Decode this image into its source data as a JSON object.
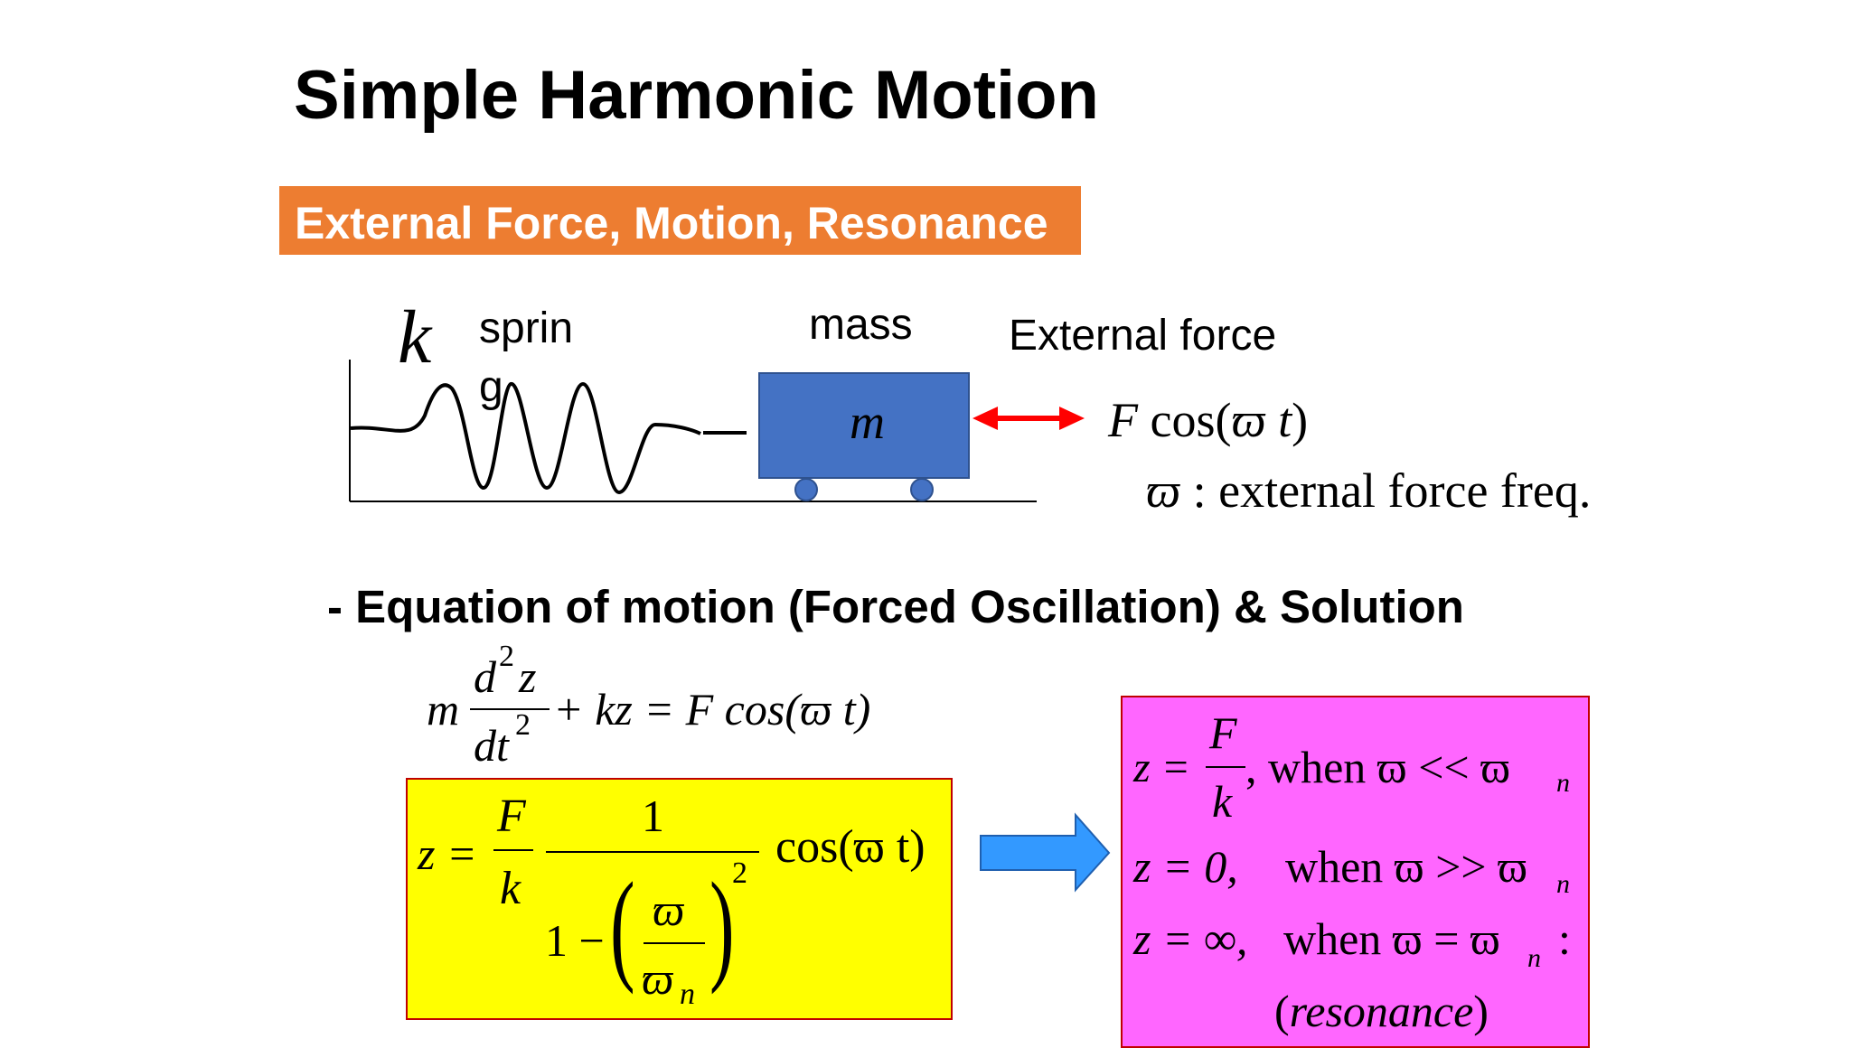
{
  "slide": {
    "title": "Simple Harmonic Motion",
    "subtitle": "External Force, Motion, Resonance"
  },
  "diagram": {
    "k_symbol": "k",
    "spring_label_line1": "sprin",
    "spring_label_line2": "g",
    "mass_label": "mass",
    "mass_symbol": "m",
    "external_force_label": "External force",
    "force_expr_F": "F",
    "force_expr_cos": "cos(",
    "force_expr_varpi": "ϖ",
    "force_expr_t": "t",
    "force_expr_close": ")",
    "omega_symbol": "ϖ",
    "omega_desc": ": external force freq.",
    "colors": {
      "mass_fill": "#4472C4",
      "arrow": "#FF0000"
    }
  },
  "equation": {
    "heading": "- Equation of motion (Forced Oscillation) & Solution",
    "m": "m",
    "d2z": "d",
    "sup2": "2",
    "z": "z",
    "dt": "dt",
    "rhs_plus_kz": "+ kz = F cos(ϖ t)"
  },
  "solution": {
    "z_eq": "z =",
    "F": "F",
    "k": "k",
    "one": "1",
    "one_minus": "1 −",
    "varpi": "ϖ",
    "varpi_n": "ϖ",
    "n_sub": "n",
    "sup2": "2",
    "cos_term": "cos(ϖ t)",
    "colors": {
      "fill": "#FFFF00",
      "border": "#C00000"
    }
  },
  "cases": {
    "case1_lhs": "z =",
    "case1_F": "F",
    "case1_k": "k",
    "case1_cond": ",   when ϖ << ϖ",
    "case2_lhs": "z = 0,",
    "case2_cond": "when ϖ >> ϖ",
    "case3_lhs": "z = ∞,",
    "case3_cond": "when ϖ = ϖ",
    "case3_colon": ":",
    "n_sub": "n",
    "resonance_open": "(",
    "resonance": "resonance",
    "resonance_close": ")",
    "colors": {
      "fill": "#FF66FF",
      "border": "#C00000",
      "arrow": "#3399FF"
    }
  }
}
